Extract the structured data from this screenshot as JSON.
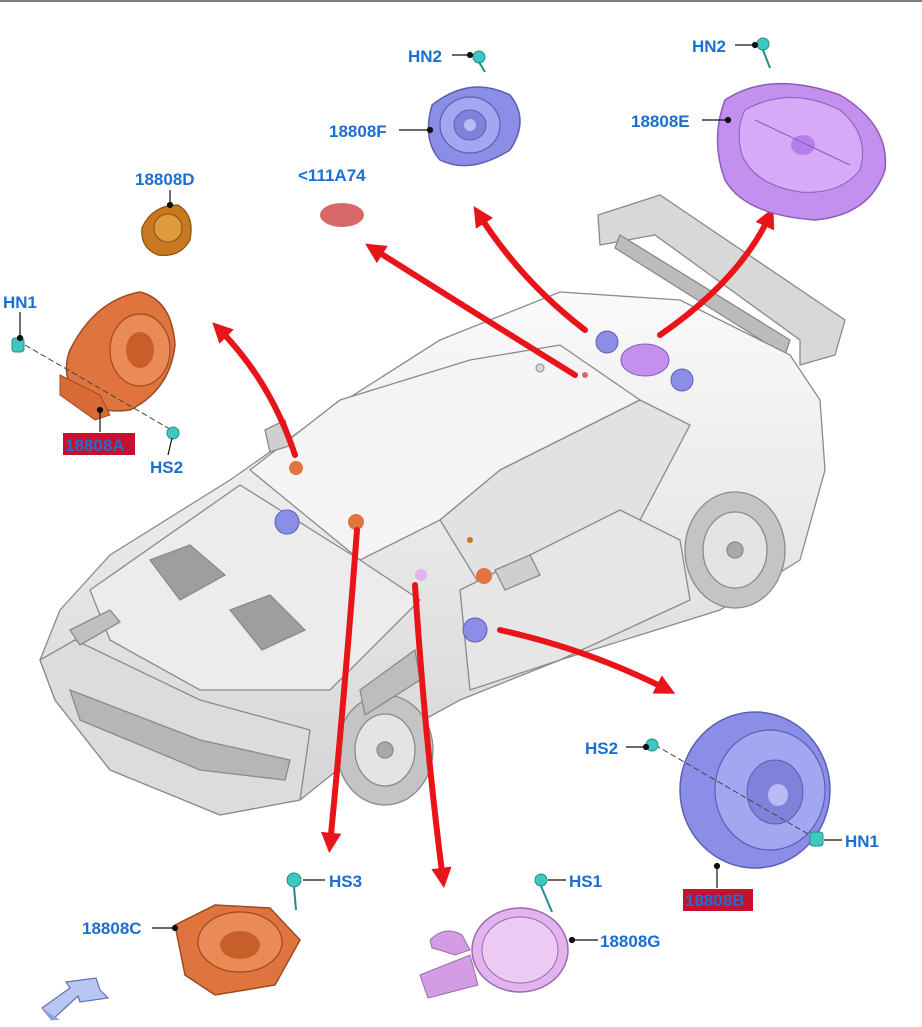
{
  "labels": {
    "hn2_top": "HN2",
    "part_18808f": "18808F",
    "hn2_right": "HN2",
    "part_18808e": "18808E",
    "part_18808d": "18808D",
    "part_111a74": "<111A74",
    "hn1_left": "HN1",
    "part_18808a": "18808A",
    "hs2_left": "HS2",
    "hs2_right": "HS2",
    "hn1_right": "HN1",
    "part_18808b": "18808B",
    "hs3": "HS3",
    "part_18808c": "18808C",
    "hs1": "HS1",
    "part_18808g": "18808G"
  },
  "colors": {
    "label_text": "#1a6fd0",
    "highlight_bg": "#c8102e",
    "arrow": "#e8141a",
    "fastener": "#3fc8c0",
    "blue_speaker": "#8a8ee6",
    "purple_speaker": "#c490f0",
    "orange_speaker": "#e0743e",
    "brown_speaker": "#c87820",
    "pink_speaker": "#e2b4ee",
    "sticker": "#d86868"
  },
  "icons": {
    "view_direction": "view-direction-arrow-icon"
  }
}
